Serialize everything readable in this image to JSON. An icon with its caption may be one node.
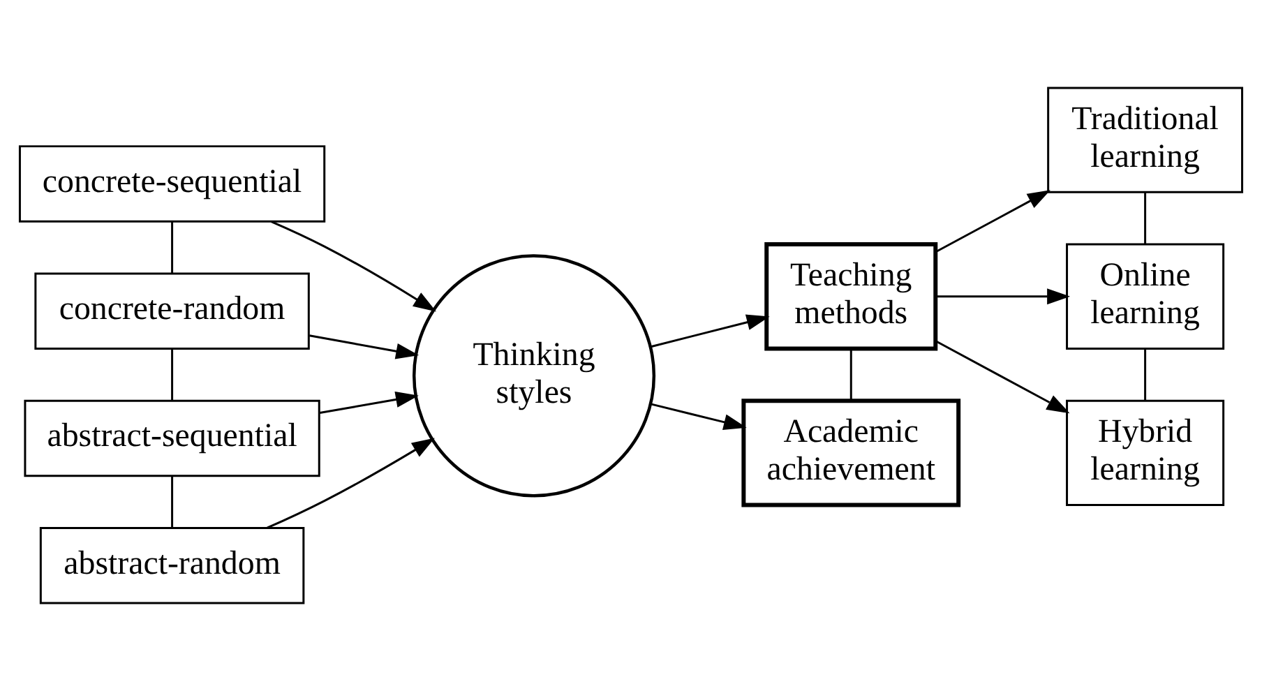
{
  "diagram": {
    "nodes": [
      {
        "text": [
          "concrete-sequential"
        ]
      },
      {
        "text": [
          "concrete-random"
        ]
      },
      {
        "text": [
          "abstract-sequential"
        ]
      },
      {
        "text": [
          "abstract-random"
        ]
      },
      {
        "text": [
          "Thinking styles"
        ]
      },
      {
        "text": [
          "Teaching methods"
        ]
      },
      {
        "text": [
          "Academic achievement"
        ]
      },
      {
        "text": [
          "Traditional learning"
        ]
      },
      {
        "text": [
          "Online learning"
        ]
      },
      {
        "text": [
          "Hybrid learning"
        ]
      }
    ],
    "edges": [
      {
        "from": 0,
        "to": 1,
        "arrow": "none"
      },
      {
        "from": 1,
        "to": 2,
        "arrow": "none"
      },
      {
        "from": 2,
        "to": 3,
        "arrow": "none"
      },
      {
        "from": 0,
        "to": 4,
        "arrow": "to"
      },
      {
        "from": 1,
        "to": 4,
        "arrow": "to"
      },
      {
        "from": 2,
        "to": 4,
        "arrow": "to"
      },
      {
        "from": 3,
        "to": 4,
        "arrow": "to"
      },
      {
        "from": 4,
        "to": 5,
        "arrow": "to"
      },
      {
        "from": 4,
        "to": 6,
        "arrow": "to"
      },
      {
        "from": 5,
        "to": 7,
        "arrow": "to"
      },
      {
        "from": 5,
        "to": 8,
        "arrow": "to"
      },
      {
        "from": 5,
        "to": 9,
        "arrow": "to"
      },
      {
        "from": 5,
        "to": 6,
        "arrow": "none"
      },
      {
        "from": 7,
        "to": 8,
        "arrow": "none"
      },
      {
        "from": 8,
        "to": 9,
        "arrow": "none"
      }
    ]
  }
}
